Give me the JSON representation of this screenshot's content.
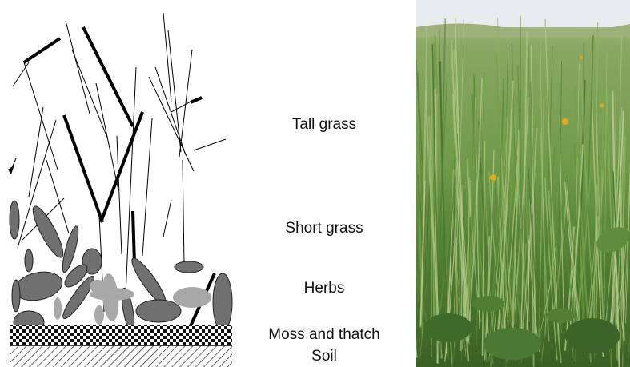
{
  "layers": {
    "tall_grass": "Tall grass",
    "short_grass": "Short grass",
    "herbs": "Herbs",
    "moss_thatch": "Moss and thatch",
    "soil": "Soil"
  },
  "colors": {
    "leaf_dark": "#707070",
    "leaf_light": "#a8a8a8",
    "stem": "#000000",
    "grass_green": "#5e8a3a",
    "photo_sky": "#e8ecef",
    "flower_yellow": "#e6a81e"
  }
}
